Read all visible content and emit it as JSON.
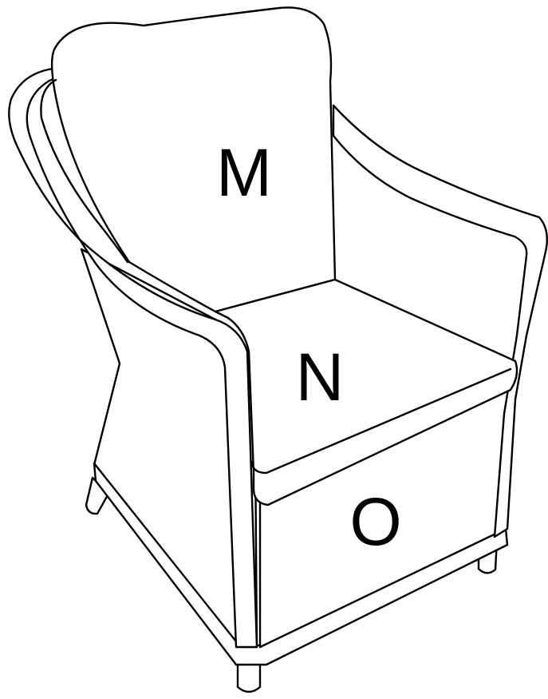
{
  "labels": {
    "backrest": "M",
    "seat": "N",
    "front_panel": "O"
  },
  "colors": {
    "line": "#000000",
    "background": "#ffffff"
  }
}
